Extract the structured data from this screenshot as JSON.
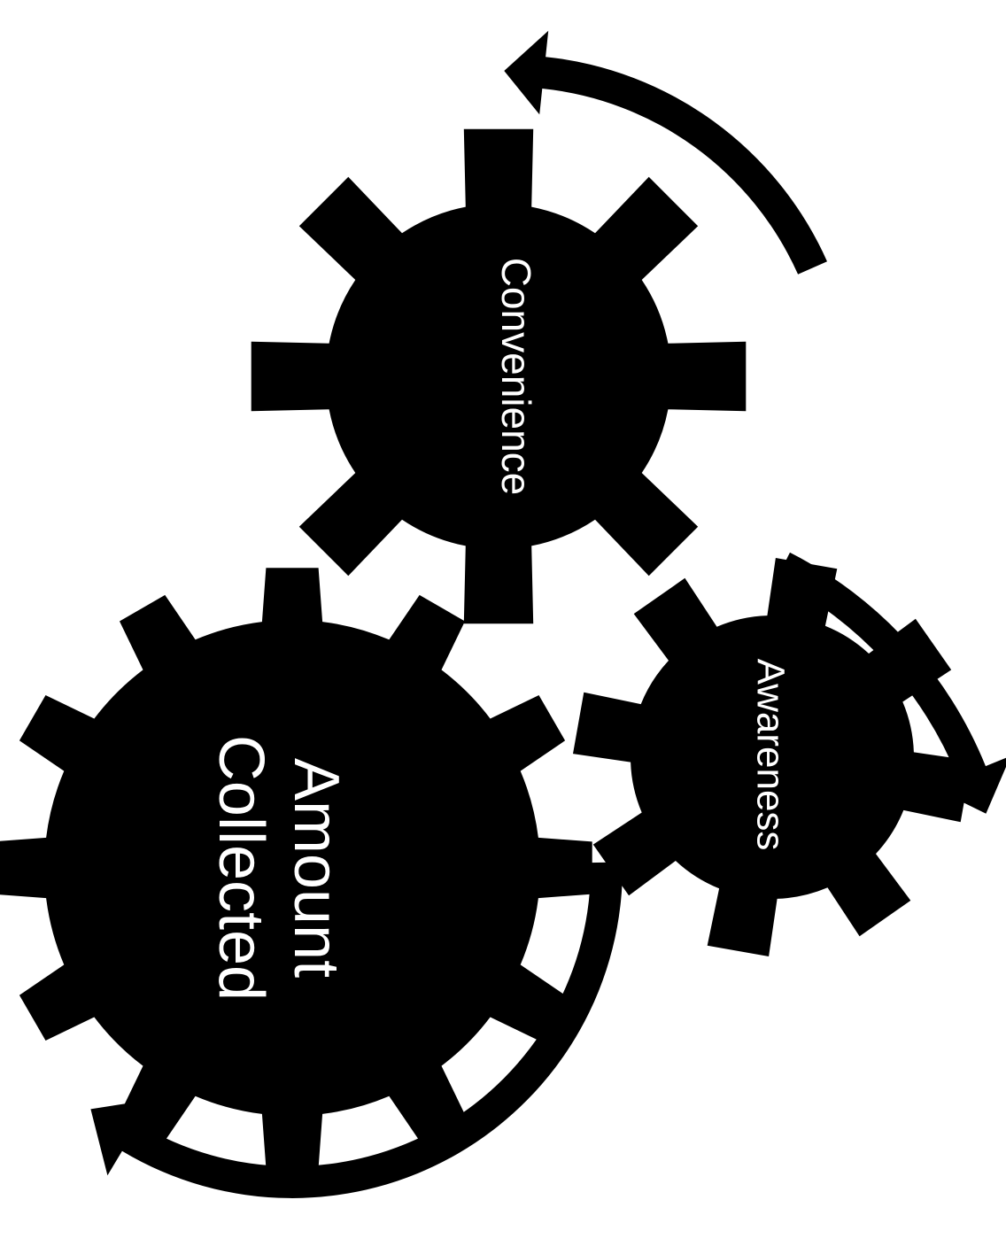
{
  "gears": {
    "convenience": {
      "label": "Convenience"
    },
    "awareness": {
      "label": "Awareness"
    },
    "amount_collected": {
      "label_line1": "Amount",
      "label_line2": "Collected"
    }
  },
  "colors": {
    "background": "#ffffff",
    "gear_fill": "#000000",
    "label_text": "#ffffff",
    "arrow_fill": "#000000"
  }
}
